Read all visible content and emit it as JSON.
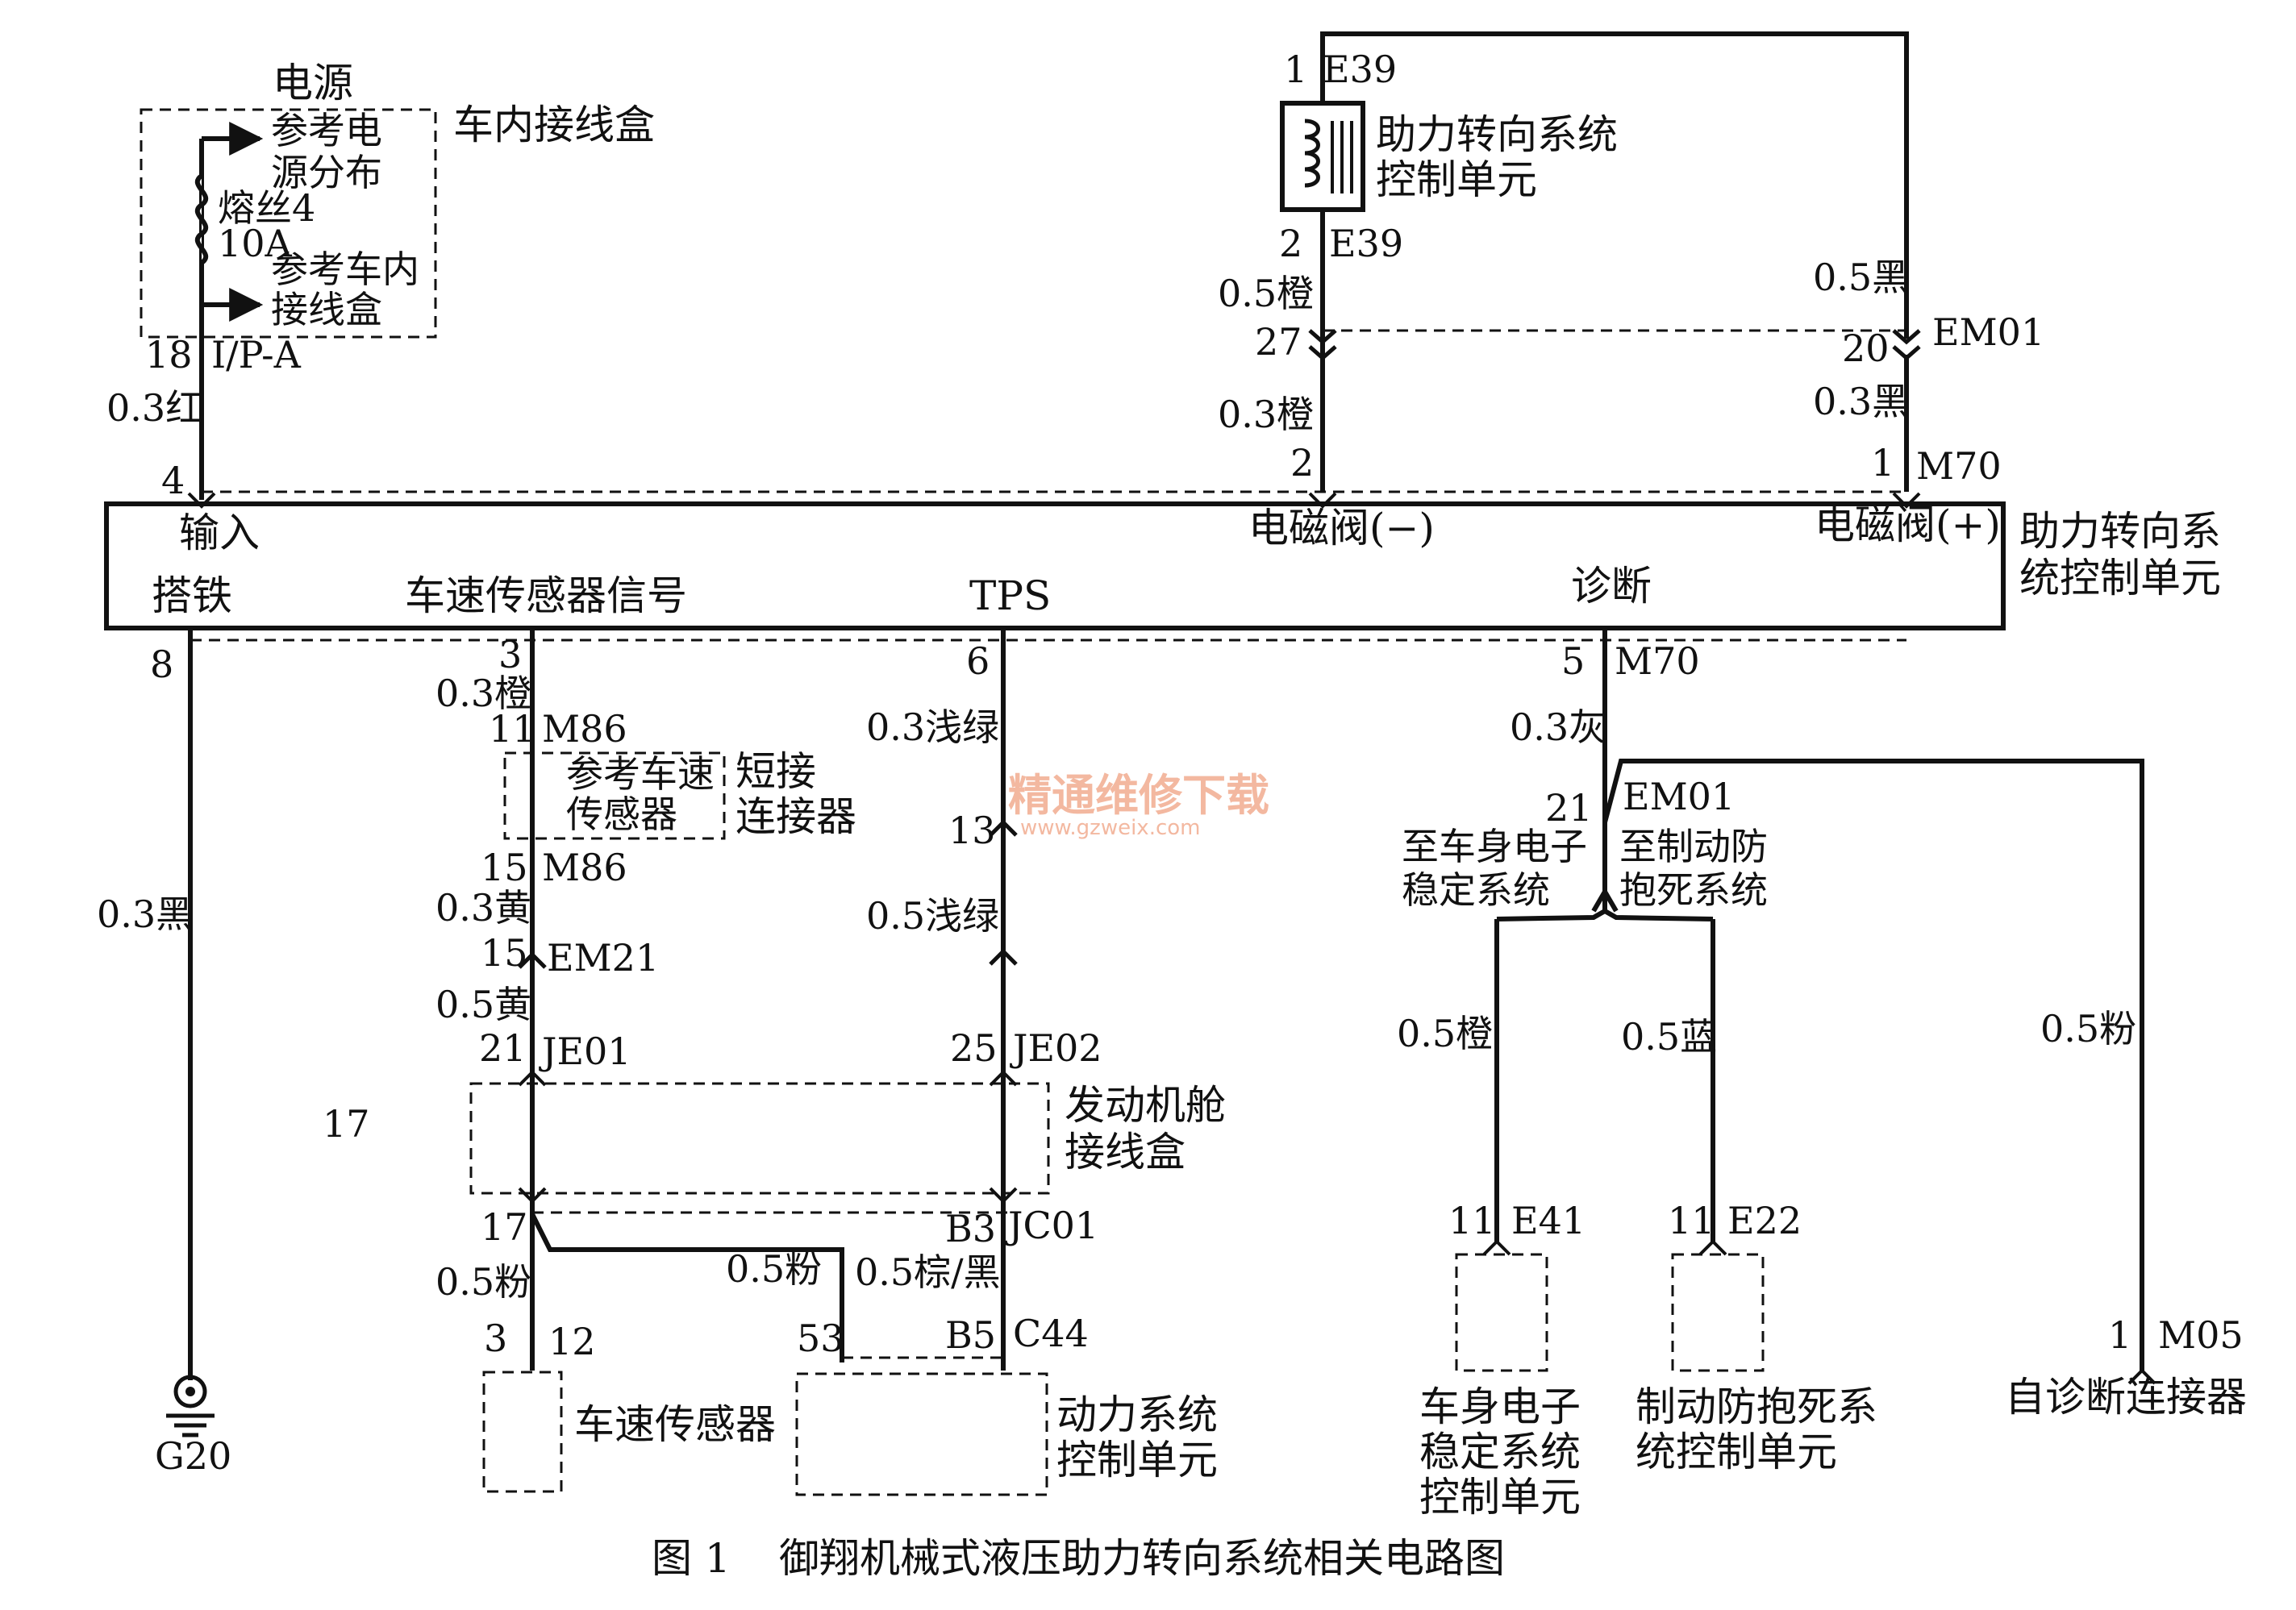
{
  "fuse_box": {
    "title": "电源",
    "ref_power_line1": "参考电",
    "ref_power_line2": "源分布",
    "fuse_line1": "熔丝4",
    "fuse_line2": "10A",
    "ref_box_line1": "参考车内",
    "ref_box_line2": "接线盒",
    "name": "车内接线盒",
    "pin": "18",
    "connector": "I/P-A"
  },
  "wires": {
    "input": "0.3红",
    "ground": "0.3黑",
    "solenoid_minus_top": "0.5橙",
    "solenoid_minus_bottom": "0.3橙",
    "solenoid_plus_top": "0.5黑",
    "solenoid_plus_bottom": "0.3黑",
    "speed_top": "0.3橙",
    "speed_mid": "0.3黄",
    "speed_low": "0.5黄",
    "speed_bottom": "0.5粉",
    "speed_branch": "0.5粉",
    "tps_top": "0.3浅绿",
    "tps_mid": "0.5浅绿",
    "tps_bottom": "0.5棕/黑",
    "diag": "0.3灰",
    "esp": "0.5橙",
    "abs": "0.5蓝",
    "dlc": "0.5粉"
  },
  "solenoid": {
    "label_line1": "助力转向系统",
    "label_line2": "控制单元",
    "pin_top": "1",
    "conn_top": "E39",
    "pin_bottom": "2",
    "conn_bottom": "E39"
  },
  "connectors": {
    "c27_pin": "27",
    "em01_pin": "20",
    "em01_name": "EM01",
    "m70_pin_minus": "2",
    "m70_pin_plus": "1",
    "m70_name": "M70",
    "input_pin": "4"
  },
  "module": {
    "input": "输入",
    "solenoid_minus": "电磁阀(−)",
    "solenoid_plus": "电磁阀(+)",
    "ground": "搭铁",
    "speed_signal": "车速传感器信号",
    "tps": "TPS",
    "diagnostic": "诊断",
    "name_line1": "助力转向系",
    "name_line2": "统控制单元"
  },
  "bottom_pins": {
    "ground_pin": "8",
    "speed_pin": "3",
    "tps_pin": "6",
    "diag_pin": "5",
    "diag_conn": "M70",
    "m86_top_pin": "11",
    "m86_top_name": "M86",
    "m86_bottom_pin": "15",
    "m86_bottom_name": "M86",
    "tps13_pin": "13",
    "em21_pin": "15",
    "em21_name": "EM21",
    "je01_pin": "21",
    "je01_name": "JE01",
    "je02_pin": "25",
    "je02_name": "JE02",
    "node_17": "17",
    "pin_17": "17",
    "jc01_pin": "B3",
    "jc01_name": "JC01",
    "c44_pin": "B5",
    "c44_name": "C44",
    "vss_pin_a": "3",
    "vss_pin_b": "12",
    "pcm_pin": "53",
    "em01b_pin": "21",
    "em01b_name": "EM01",
    "e41_pin": "11",
    "e41_name": "E41",
    "e22_pin": "11",
    "e22_name": "E22",
    "m05_pin": "1",
    "m05_name": "M05",
    "ground_name": "G20"
  },
  "shorting": {
    "ref_line1": "参考车速",
    "ref_line2": "传感器",
    "name_line1": "短接",
    "name_line2": "连接器"
  },
  "engine_box": {
    "line1": "发动机舱",
    "line2": "接线盒"
  },
  "components": {
    "vss": "车速传感器",
    "pcm_line1": "动力系统",
    "pcm_line2": "控制单元",
    "esp_line1": "车身电子",
    "esp_line2": "稳定系统",
    "esp_line3": "控制单元",
    "abs_line1": "制动防抱死系",
    "abs_line2": "统控制单元",
    "dlc": "自诊断连接器"
  },
  "routes": {
    "to_esp_line1": "至车身电子",
    "to_esp_line2": "稳定系统",
    "to_abs_line1": "至制动防",
    "to_abs_line2": "抱死系统"
  },
  "watermark": {
    "cn": "精通维修下载",
    "url": "www.gzweix.com"
  },
  "caption": {
    "figure": "图 1",
    "title": "御翔机械式液压助力转向系统相关电路图"
  }
}
